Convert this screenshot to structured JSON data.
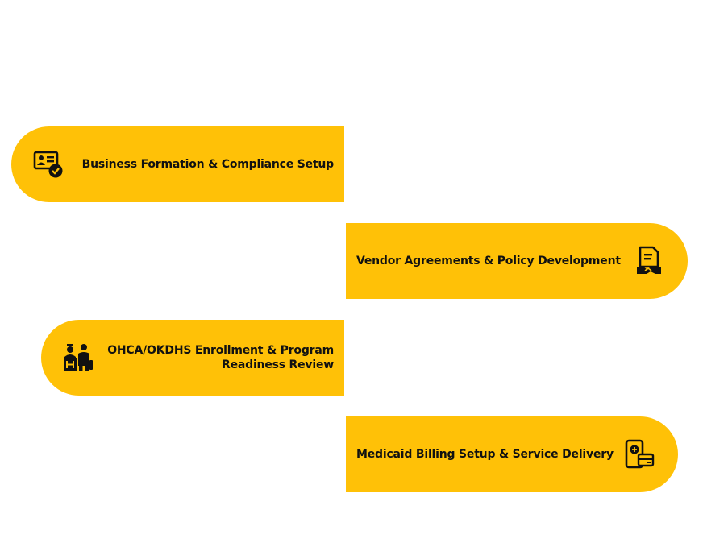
{
  "colors": {
    "step_fill": "#FFC107",
    "icon": "#111111",
    "text": "#111111"
  },
  "steps": [
    {
      "label": "Business Formation & Compliance Setup",
      "icon": "id-card-check-icon"
    },
    {
      "label": "Vendor Agreements & Policy Development",
      "icon": "document-handshake-icon"
    },
    {
      "label_line1": "OHCA/OKDHS Enrollment & Program",
      "label_line2": "Readiness Review",
      "icon": "hospital-staff-icon"
    },
    {
      "label": "Medicaid Billing Setup & Service Delivery",
      "icon": "phone-medical-card-icon"
    }
  ]
}
